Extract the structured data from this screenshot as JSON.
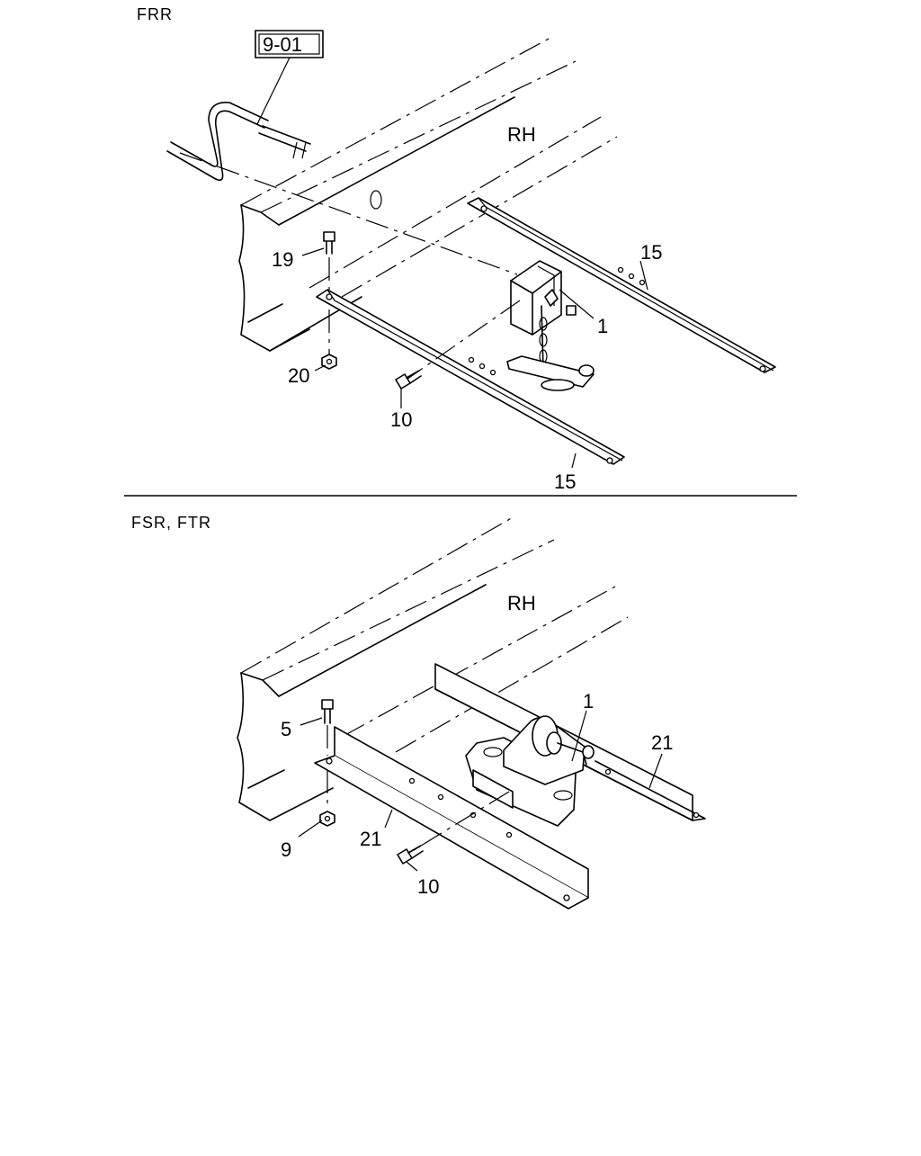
{
  "sections": {
    "top": {
      "model": "FRR",
      "side": "RH",
      "ref_box": "9-01",
      "callouts": {
        "winch": "1",
        "crossmember_upper": "15",
        "crossmember_lower": "15",
        "bolt_top": "19",
        "nut": "20",
        "bolt_side": "10"
      }
    },
    "bottom": {
      "model": "FSR, FTR",
      "side": "RH",
      "callouts": {
        "winch": "1",
        "bracket_right": "21",
        "bracket_left": "21",
        "bolt_top": "5",
        "nut": "9",
        "bolt_side": "10"
      }
    }
  }
}
